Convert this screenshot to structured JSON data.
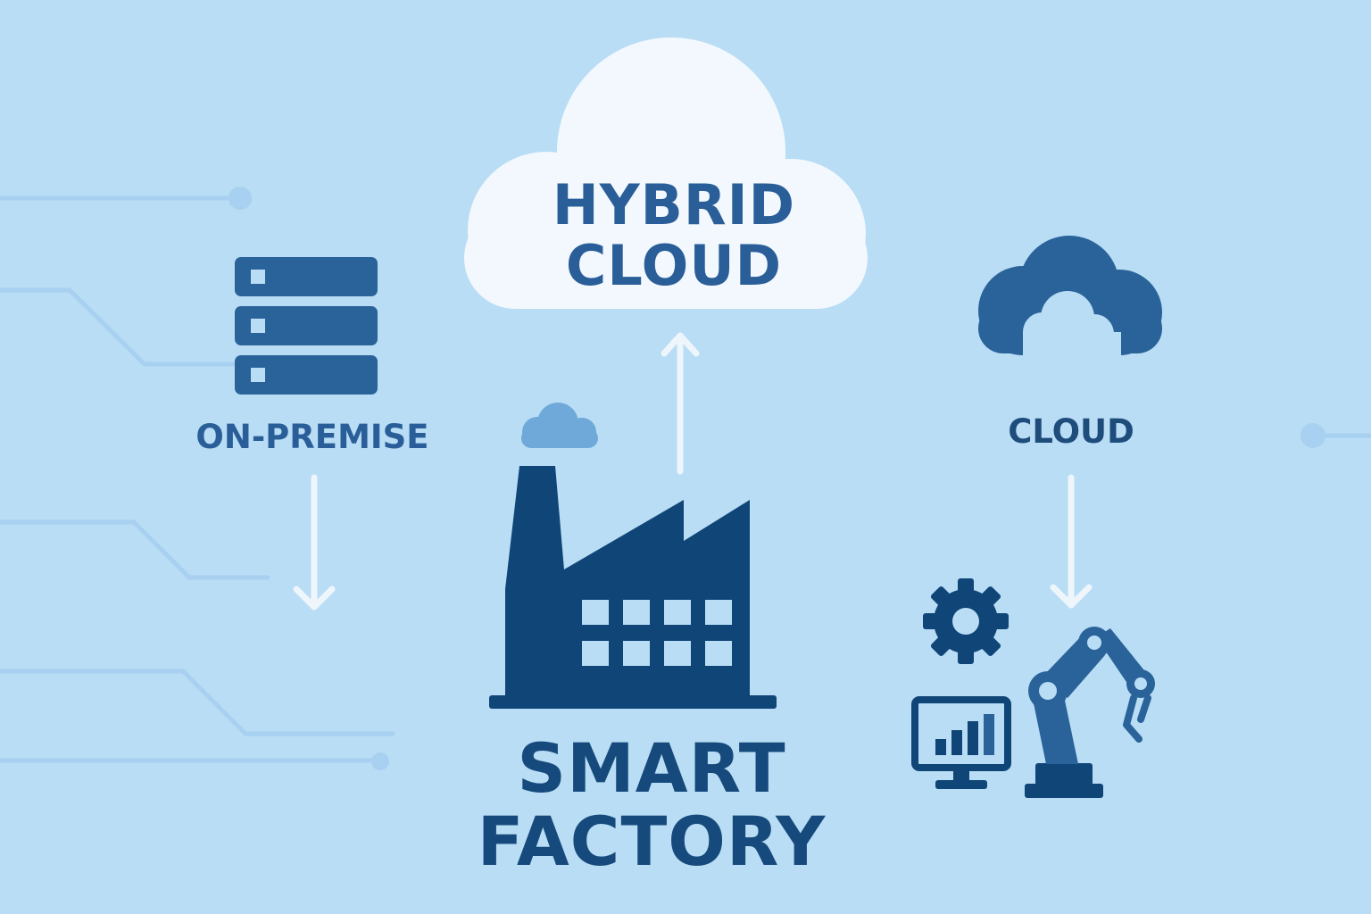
{
  "colors": {
    "background": "#b9ddf5",
    "primary": "#2a6399",
    "dark": "#0f4577",
    "light_cloud": "#f2f8fd",
    "small_cloud": "#6fa9d9",
    "arrow": "#eef6fc",
    "circuit": "#a3cdef"
  },
  "hybrid_cloud": {
    "line1": "HYBRID",
    "line2": "CLOUD"
  },
  "on_premise": {
    "label": "ON-PREMISE",
    "icon": "server-stack-icon"
  },
  "cloud": {
    "label": "CLOUD",
    "icon": "cloud-icon"
  },
  "smart_factory": {
    "line1": "SMART",
    "line2": "FACTORY",
    "icon": "factory-icon"
  },
  "automation_icons": [
    "gear-icon",
    "monitor-chart-icon",
    "robot-arm-icon"
  ],
  "arrows": [
    {
      "from": "factory",
      "to": "hybrid-cloud"
    },
    {
      "from": "on-premise",
      "to": "factory"
    },
    {
      "from": "cloud",
      "to": "automation"
    }
  ]
}
